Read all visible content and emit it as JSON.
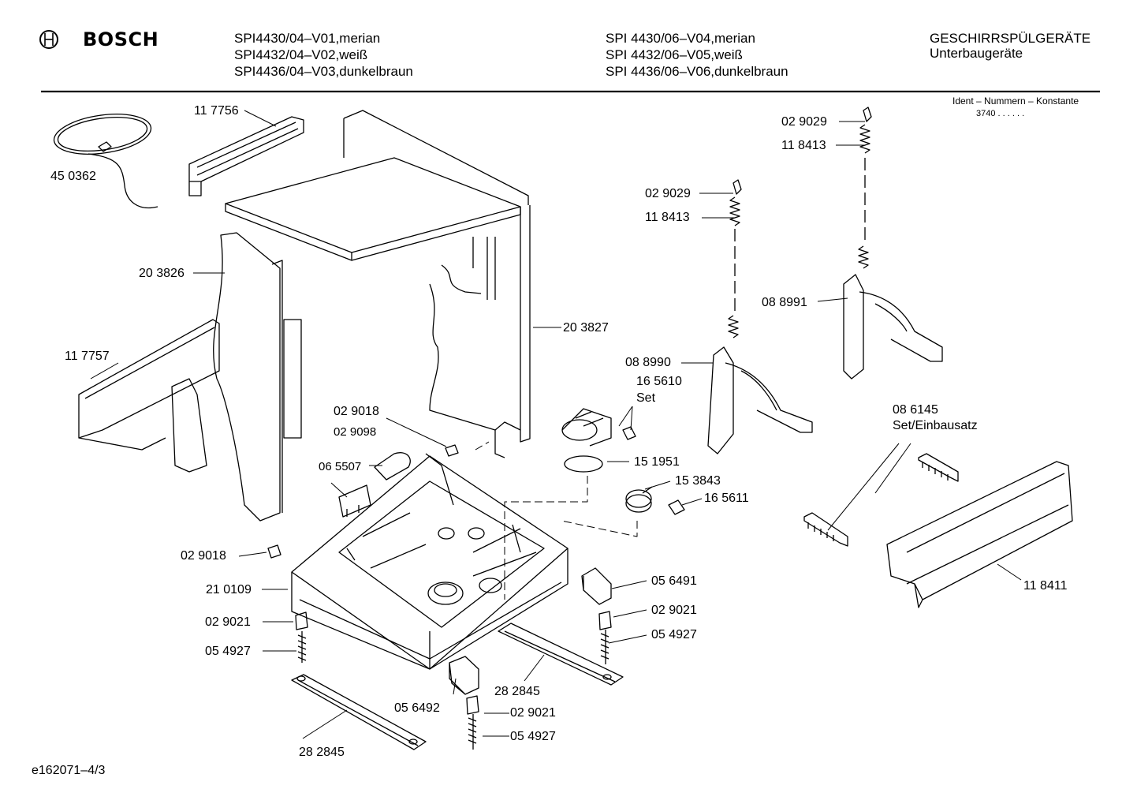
{
  "header": {
    "brand": "BOSCH",
    "models_col1": [
      "SPI4430/04–V01,merian",
      "SPI4432/04–V02,weiß",
      "SPI4436/04–V03,dunkelbraun"
    ],
    "models_col2": [
      "SPI 4430/06–V04,merian",
      "SPI 4432/06–V05,weiß",
      "SPI 4436/06–V06,dunkelbraun"
    ],
    "category": "GESCHIRRSPÜLGERÄTE",
    "subcategory": "Unterbaugeräte",
    "ident_label": "Ident – Nummern – Konstante",
    "ident_value": "3740  .  .  .  .  .  ."
  },
  "parts": {
    "p450362": "45 0362",
    "p117756": "11 7756",
    "p203826": "20 3826",
    "p117757": "11 7757",
    "p203827": "20 3827",
    "p029018a": "02 9018",
    "p029098": "02 9098",
    "p065507": "06 5507",
    "p029018b": "02 9018",
    "p210109": "21 0109",
    "p029021a": "02 9021",
    "p054927a": "05 4927",
    "p282845a": "28 2845",
    "p056492": "05 6492",
    "p029021b": "02 9021",
    "p054927b": "05 4927",
    "p282845b": "28 2845",
    "p056491": "05 6491",
    "p029021c": "02 9021",
    "p054927c": "05 4927",
    "p165610": "16 5610",
    "p165610set": "Set",
    "p151951": "15 1951",
    "p153843": "15 3843",
    "p165611": "16 5611",
    "p029029a": "02 9029",
    "p118413a": "11 8413",
    "p088990": "08 8990",
    "p029029b": "02 9029",
    "p118413b": "11 8413",
    "p088991": "08 8991",
    "p086145": "08 6145",
    "p086145set": "Set/Einbausatz",
    "p118411": "11 8411"
  },
  "footer": {
    "drawing_id": "e162071–4/3"
  }
}
